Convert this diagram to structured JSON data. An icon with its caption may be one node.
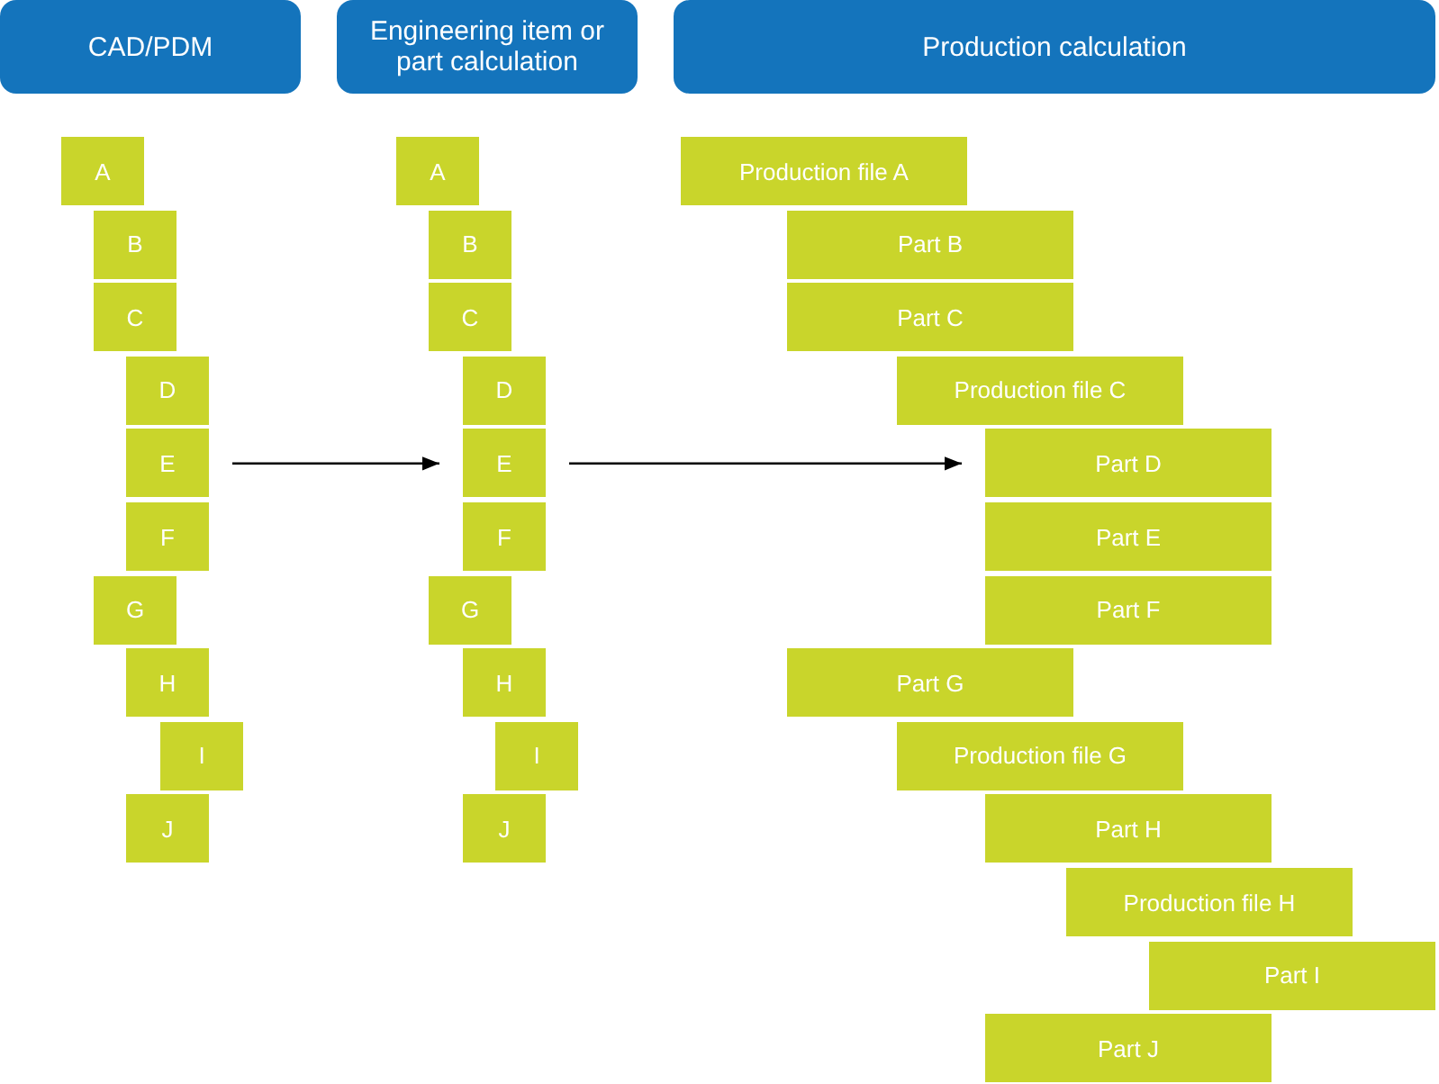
{
  "diagram": {
    "nodes": [
      {
        "text": [
          "CAD/PDM"
        ]
      },
      {
        "text": [
          "Engineering item or part calculation"
        ]
      },
      {
        "text": [
          "Production calculation"
        ]
      },
      {
        "text": [
          "A"
        ]
      },
      {
        "text": [
          "B"
        ]
      },
      {
        "text": [
          "C"
        ]
      },
      {
        "text": [
          "D"
        ]
      },
      {
        "text": [
          "E"
        ]
      },
      {
        "text": [
          "F"
        ]
      },
      {
        "text": [
          "G"
        ]
      },
      {
        "text": [
          "H"
        ]
      },
      {
        "text": [
          "I"
        ]
      },
      {
        "text": [
          "J"
        ]
      },
      {
        "text": [
          "A"
        ]
      },
      {
        "text": [
          "B"
        ]
      },
      {
        "text": [
          "C"
        ]
      },
      {
        "text": [
          "D"
        ]
      },
      {
        "text": [
          "E"
        ]
      },
      {
        "text": [
          "F"
        ]
      },
      {
        "text": [
          "G"
        ]
      },
      {
        "text": [
          "H"
        ]
      },
      {
        "text": [
          "I"
        ]
      },
      {
        "text": [
          "J"
        ]
      },
      {
        "text": [
          "Production file A"
        ]
      },
      {
        "text": [
          "Part B"
        ]
      },
      {
        "text": [
          "Part C"
        ]
      },
      {
        "text": [
          "Production file C"
        ]
      },
      {
        "text": [
          "Part D"
        ]
      },
      {
        "text": [
          "Part E"
        ]
      },
      {
        "text": [
          "Part F"
        ]
      },
      {
        "text": [
          "Part G"
        ]
      },
      {
        "text": [
          "Production file G"
        ]
      },
      {
        "text": [
          "Part H"
        ]
      },
      {
        "text": [
          "Production file H"
        ]
      },
      {
        "text": [
          "Part I"
        ]
      },
      {
        "text": [
          "Part J"
        ]
      }
    ],
    "edges": [
      {
        "from": 7,
        "to": 17,
        "arrow": "to"
      },
      {
        "from": 17,
        "to": 27,
        "arrow": "to"
      }
    ]
  }
}
